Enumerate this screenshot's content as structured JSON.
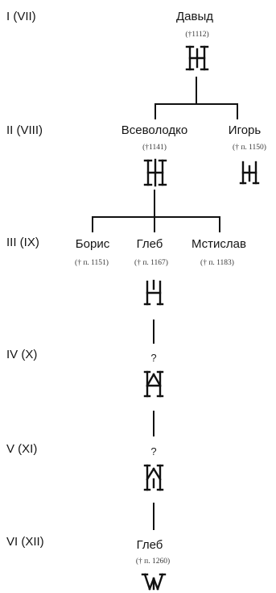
{
  "generations": [
    "I (VII)",
    "II (VIII)",
    "III (IX)",
    "IV (X)",
    "V (XI)",
    "VI (XII)"
  ],
  "persons": {
    "david": {
      "name": "Давыд",
      "date": "(†1112)"
    },
    "vsevolodko": {
      "name": "Всеволодко",
      "date": "(†1141)"
    },
    "igor": {
      "name": "Игорь",
      "date": "(† п. 1150)"
    },
    "boris": {
      "name": "Борис",
      "date": "(† п. 1151)"
    },
    "gleb": {
      "name": "Глеб",
      "date": "(† п. 1167)"
    },
    "mstislav": {
      "name": "Мстислав",
      "date": "(† п. 1183)"
    },
    "gleb2": {
      "name": "Глеб",
      "date": "(† п. 1260)"
    }
  },
  "unknown": [
    "?",
    "?"
  ],
  "ink_color": "#111111"
}
